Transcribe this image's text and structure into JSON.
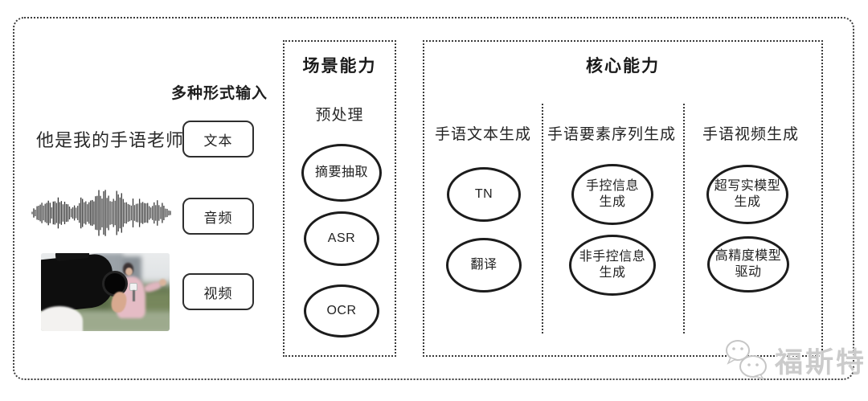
{
  "input_panel": {
    "header": "多种形式输入",
    "sentence": "他是我的手语老师",
    "items": [
      {
        "label": "文本"
      },
      {
        "label": "音频"
      },
      {
        "label": "视频"
      }
    ]
  },
  "scene_box": {
    "title": "场景能力",
    "subtitle": "预处理",
    "nodes": [
      "摘要抽取",
      "ASR",
      "OCR"
    ]
  },
  "core_box": {
    "title": "核心能力",
    "columns": [
      {
        "header": "手语文本生成",
        "nodes": [
          "TN",
          "翻译"
        ]
      },
      {
        "header": "手语要素序列生成",
        "nodes": [
          "手控信息\n生成",
          "非手控信息\n生成"
        ]
      },
      {
        "header": "手语视频生成",
        "nodes": [
          "超写实模型\n生成",
          "高精度模型\n驱动"
        ]
      }
    ]
  },
  "watermark": {
    "text": "福斯特",
    "icon": "wechat-bubbles-icon"
  },
  "colors": {
    "line": "#3a3a3a",
    "node_border": "#1c1c1c",
    "watermark": "#cbcbcb"
  }
}
